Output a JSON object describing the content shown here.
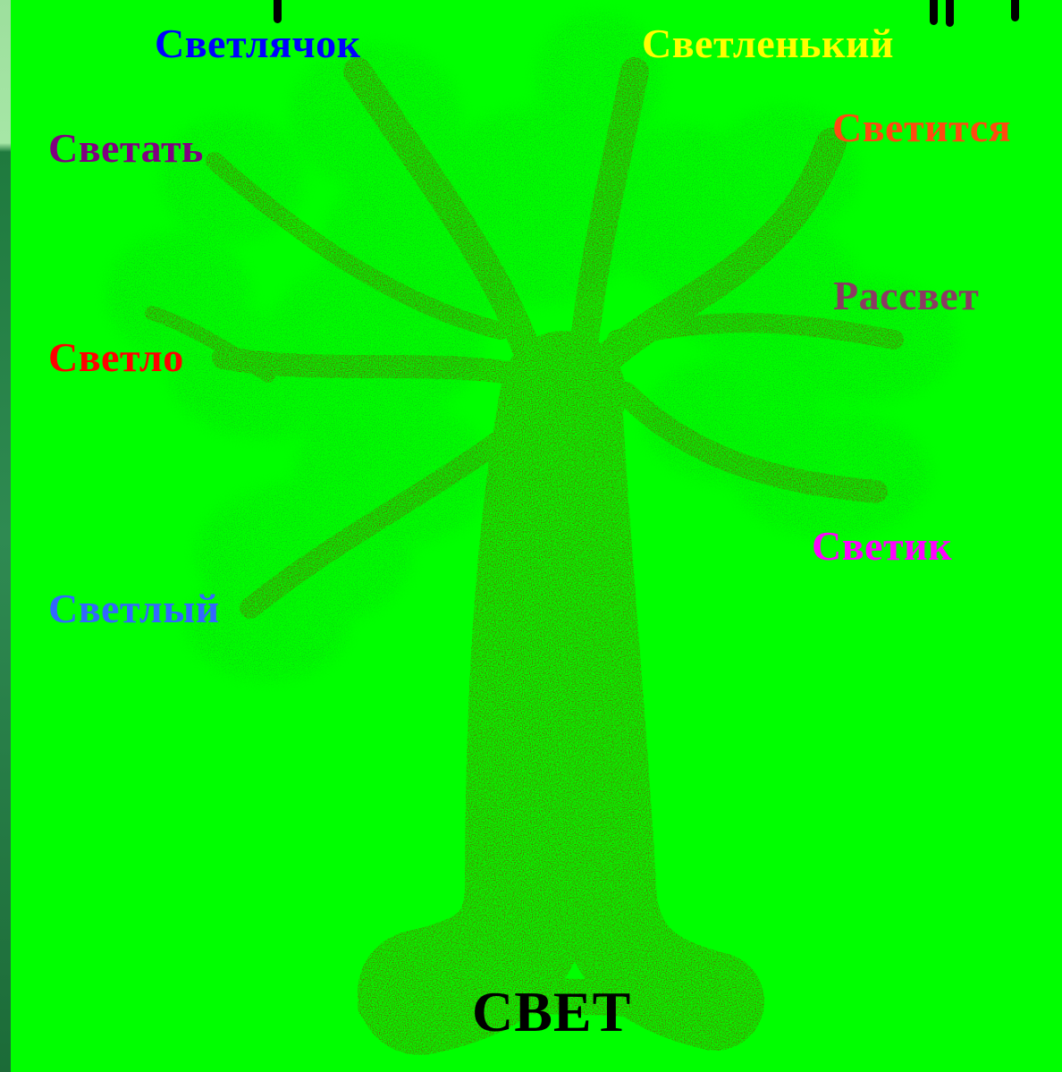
{
  "canvas": {
    "background": "#00ff00",
    "frame_color": "#2a8a4a"
  },
  "tree": {
    "trunk_color": "#7a3a00",
    "leaf_color": "#1f8a2a",
    "root_word": "СВЕТ"
  },
  "words": {
    "svetlyachok": {
      "text": "Светлячок",
      "color": "#0000ff"
    },
    "svetlenkiy": {
      "text": "Светленький",
      "color": "#ffff00"
    },
    "svetat": {
      "text": "Светать",
      "color": "#800080"
    },
    "svetitsya": {
      "text": "Светится",
      "color": "#ff4a10"
    },
    "rassvet": {
      "text": "Рассвет",
      "color": "#8b3a62"
    },
    "svetlo": {
      "text": "Светло",
      "color": "#ff0000"
    },
    "svetik": {
      "text": "Светик",
      "color": "#ff00ff"
    },
    "svetlyy": {
      "text": "Светлый",
      "color": "#3366ff"
    },
    "svet": {
      "text": "СВЕТ",
      "color": "#000000"
    }
  }
}
